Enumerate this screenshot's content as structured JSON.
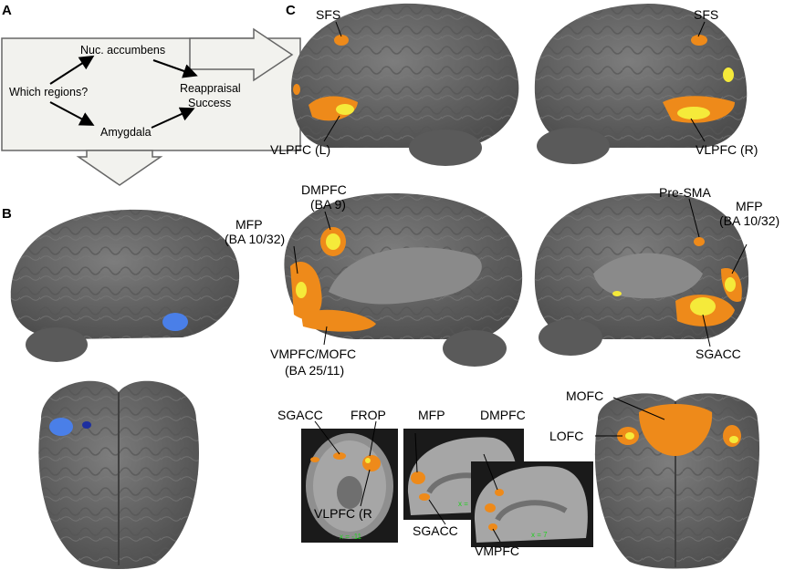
{
  "panels": {
    "a": "A",
    "b": "B",
    "c": "C"
  },
  "flowchart": {
    "start": "Which regions?",
    "node_top": "Nuc. accumbens",
    "node_bottom": "Amygdala",
    "end_line1": "Reappraisal",
    "end_line2": "Success"
  },
  "labels": {
    "sfs_left": "SFS",
    "sfs_right": "SFS",
    "vlpfc_l": "VLPFC (L)",
    "vlpfc_r": "VLPFC (R)",
    "dmpfc_line1": "DMPFC",
    "dmpfc_line2": "(BA 9)",
    "mfp_left_line1": "MFP",
    "mfp_left_line2": "(BA 10/32)",
    "vmpfc_line1": "VMPFC/MOFC",
    "vmpfc_line2": "(BA 25/11)",
    "presma": "Pre-SMA",
    "mfp_right_line1": "MFP",
    "mfp_right_line2": "(BA 10/32)",
    "sgacc_right": "SGACC",
    "mofc": "MOFC",
    "lofc": "LOFC"
  },
  "slices": {
    "sgacc": "SGACC",
    "frop": "FROP",
    "mfp": "MFP",
    "dmpfc": "DMPFC",
    "vlpfc": "VLPFC (R",
    "sgacc2": "SGACC",
    "vmpfc": "VMPFC",
    "coord1": "x = -11",
    "coord2": "x = ",
    "coord3": "x = 7"
  },
  "colors": {
    "brain": "#6b6b6b",
    "brain_dark": "#4a4a4a",
    "activation": "#ee8a1a",
    "activation_hot": "#f5ea3a",
    "deactivation": "#4a7fe8",
    "box_fill": "#f2f2ee",
    "slice_bg": "#1a1a1a"
  }
}
